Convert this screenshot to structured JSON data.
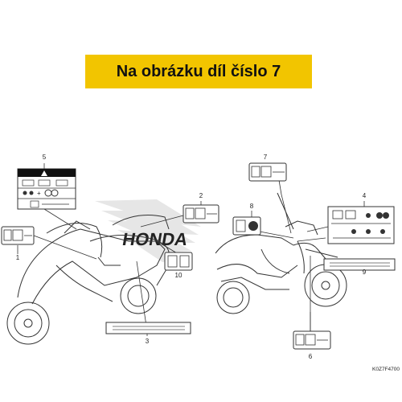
{
  "banner": {
    "text": "Na obrázku díl číslo 7",
    "color": "#f2c500"
  },
  "callouts": {
    "c1": "1",
    "c2": "2",
    "c3": "3",
    "c4": "4",
    "c5": "5",
    "c6": "6",
    "c7": "7",
    "c8": "8",
    "c9": "9",
    "c10": "10"
  },
  "watermark": "HONDA",
  "diagram_code": "K0Z7F4700"
}
